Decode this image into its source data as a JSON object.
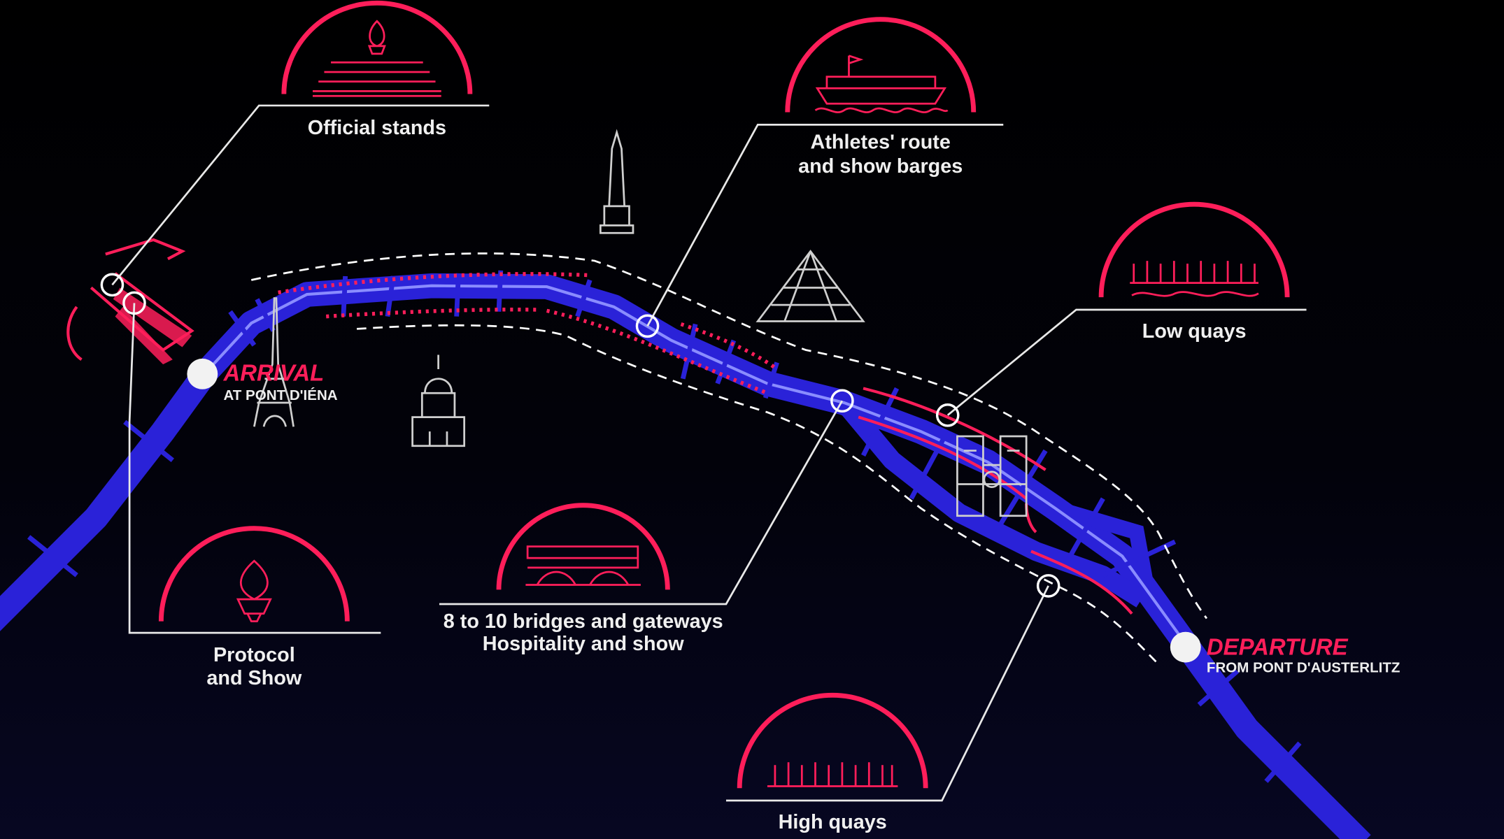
{
  "colors": {
    "accent": "#ff1e5a",
    "river": "#2a22d8",
    "river_highlight": "#8a8cff",
    "background": "#000000"
  },
  "arrival": {
    "title": "ARRIVAL",
    "subtitle": "AT PONT D'IÉNA"
  },
  "departure": {
    "title": "DEPARTURE",
    "subtitle": "FROM PONT D'AUSTERLITZ"
  },
  "callouts": [
    {
      "id": "official-stands",
      "lines": [
        "Official stands"
      ],
      "icon": "stands-flame-icon"
    },
    {
      "id": "athletes-route",
      "lines": [
        "Athletes' route",
        "and show barges"
      ],
      "icon": "barge-icon"
    },
    {
      "id": "low-quays",
      "lines": [
        "Low quays"
      ],
      "icon": "crowd-icon"
    },
    {
      "id": "protocol-show",
      "lines": [
        "Protocol",
        "and Show"
      ],
      "icon": "torch-icon"
    },
    {
      "id": "bridges",
      "lines": [
        "8 to 10 bridges and gateways",
        "Hospitality and show"
      ],
      "icon": "bridge-icon"
    },
    {
      "id": "high-quays",
      "lines": [
        "High quays"
      ],
      "icon": "crowd-icon"
    }
  ]
}
